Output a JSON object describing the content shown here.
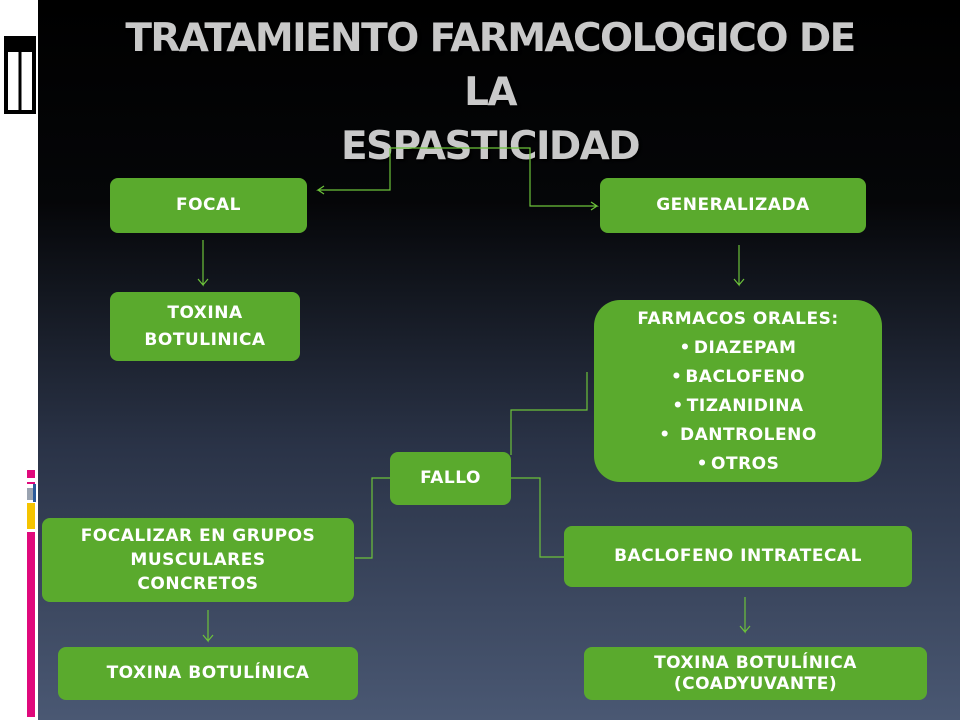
{
  "title": {
    "line1": "TRATAMIENTO FARMACOLOGICO DE LA",
    "line2": "ESPASTICIDAD"
  },
  "nodes": {
    "focal": "FOCAL",
    "generalizada": "GENERALIZADA",
    "toxina_botulinica_1": [
      "TOXINA",
      "BOTULINICA"
    ],
    "farmacos_orales": {
      "heading": "FARMACOS ORALES:",
      "items": [
        "DIAZEPAM",
        "BACLOFENO",
        "TIZANIDINA",
        " DANTROLENO",
        "OTROS"
      ]
    },
    "fallo": "FALLO",
    "focalizar": [
      "FOCALIZAR EN GRUPOS",
      "MUSCULARES",
      "CONCRETOS"
    ],
    "baclofeno_intratecal": "BACLOFENO INTRATECAL",
    "toxina_botulinica_2": "TOXINA BOTULÍNICA",
    "toxina_coadyuvante": [
      "TOXINA BOTULÍNICA",
      "(COADYUVANTE)"
    ]
  },
  "colors": {
    "box_fill": "#5aaa2d",
    "connector": "#6cc23a",
    "title_text": "#c9c9c9",
    "deco_pink": "#e0097c",
    "deco_gray": "#9aa3b0",
    "deco_yellow": "#f5c400",
    "deco_blue": "#2b5a9a"
  }
}
